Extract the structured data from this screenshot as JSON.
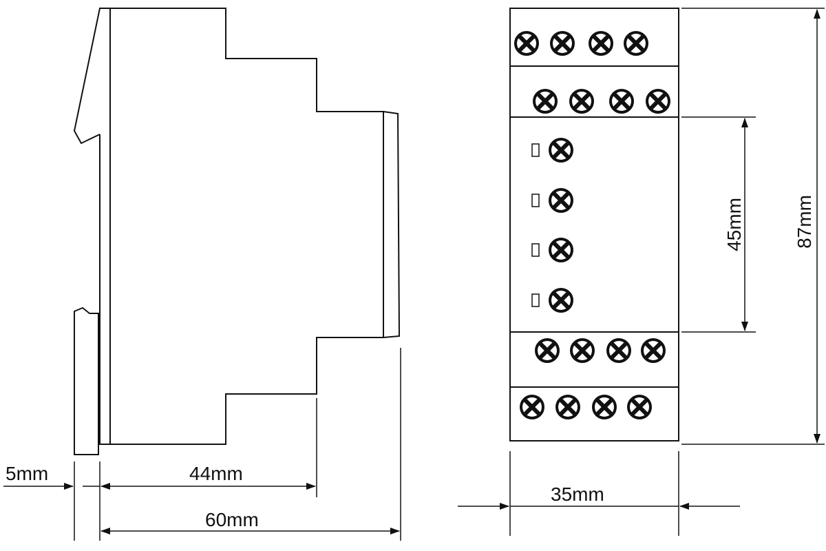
{
  "colors": {
    "line": "#111111",
    "background": "#ffffff"
  },
  "side_view": {
    "width_5": "5mm",
    "width_44": "44mm",
    "width_60": "60mm"
  },
  "front_view": {
    "width_35": "35mm",
    "height_45": "45mm",
    "height_87": "87mm"
  }
}
